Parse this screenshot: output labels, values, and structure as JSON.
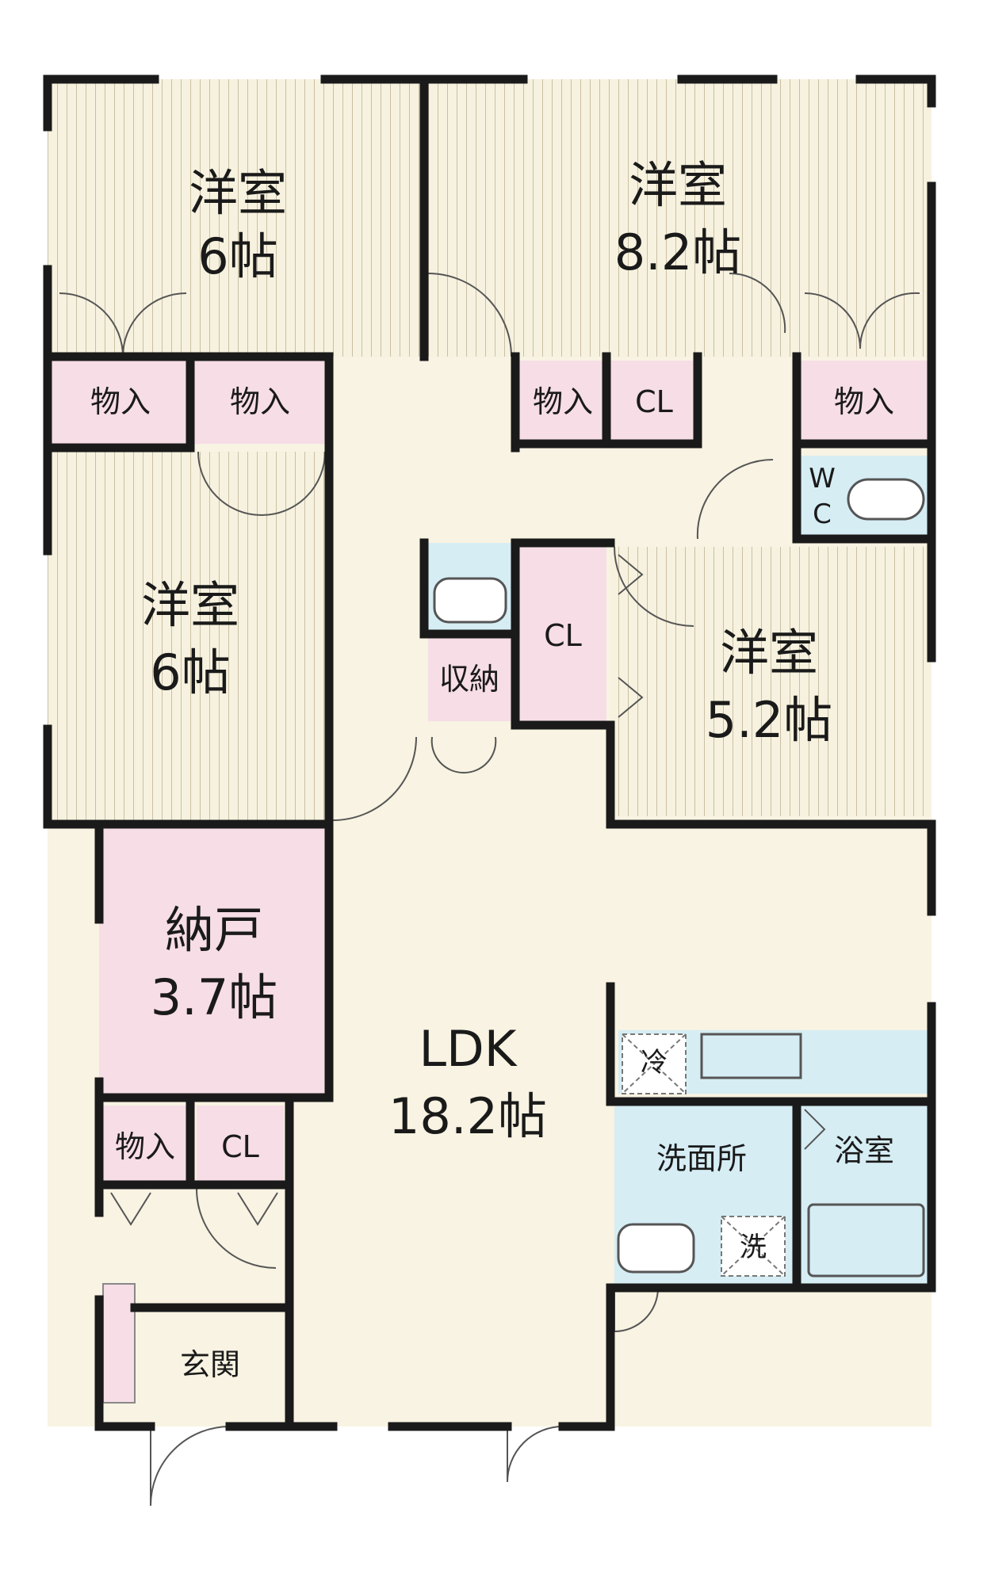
{
  "rooms": {
    "western_nw": {
      "name": "洋室",
      "size": "6帖"
    },
    "western_ne": {
      "name": "洋室",
      "size": "8.2帖"
    },
    "western_w": {
      "name": "洋室",
      "size": "6帖"
    },
    "western_e": {
      "name": "洋室",
      "size": "5.2帖"
    },
    "storeroom": {
      "name": "納戸",
      "size": "3.7帖"
    },
    "ldk": {
      "name": "LDK",
      "size": "18.2帖"
    }
  },
  "closets": {
    "oshiire": "物入",
    "cl": "CL",
    "storage": "収納"
  },
  "wc": {
    "line1": "W",
    "line2": "C"
  },
  "wet": {
    "fridge": "冷",
    "washroom": "洗面所",
    "bath": "浴室",
    "washer": "洗"
  },
  "entrance": "玄関",
  "colors": {
    "wall": "#1a1a1a",
    "floor_wood": "#f7f2df",
    "floor_plain": "#f8f3e2",
    "closet": "#f6dde6",
    "wet": "#d6edf4"
  }
}
